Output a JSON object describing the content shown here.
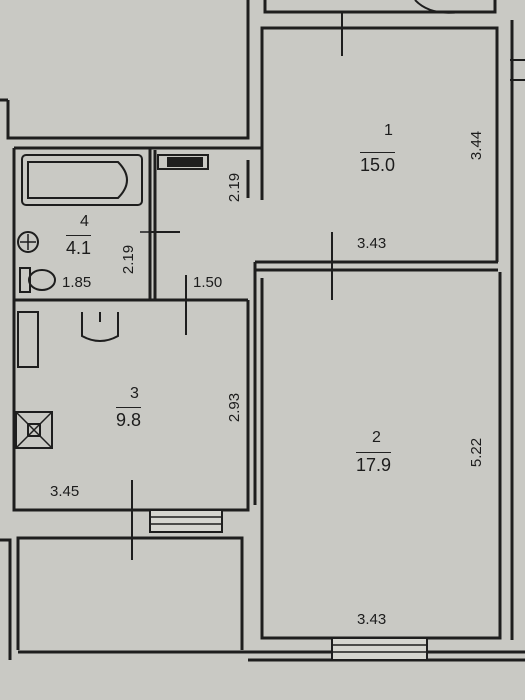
{
  "rooms": [
    {
      "number": "1",
      "area": "15.0"
    },
    {
      "number": "2",
      "area": "17.9"
    },
    {
      "number": "3",
      "area": "9.8"
    },
    {
      "number": "4",
      "area": "4.1"
    }
  ],
  "dimensions": {
    "room1_height": "3.44",
    "room1_width": "3.43",
    "room2_height": "5.22",
    "room2_width": "3.43",
    "kitchen_height": "2.93",
    "kitchen_width": "3.45",
    "hall_height": "2.19",
    "hall_width": "1.50",
    "bath_height": "2.19",
    "bath_width": "1.85"
  }
}
